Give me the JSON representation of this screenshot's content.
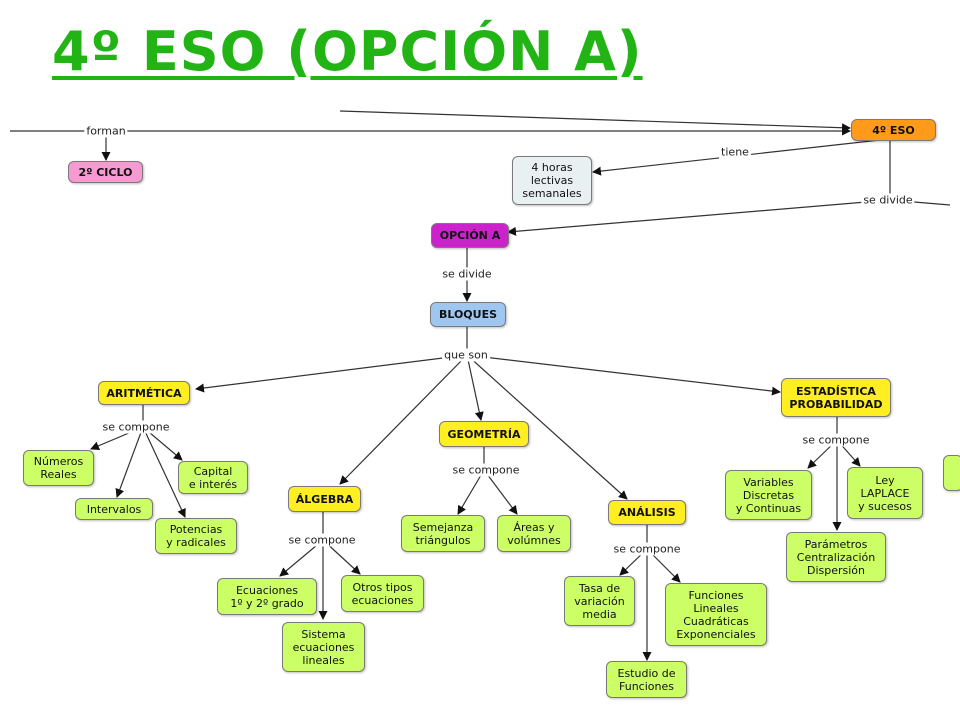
{
  "title": "4º ESO (OPCIÓN A)",
  "nodes": {
    "eso4": "4º ESO",
    "ciclo2": "2º CICLO",
    "horas": "4 horas\nlectivas\nsemanales",
    "opcion_a": "OPCIÓN A",
    "bloques": "BLOQUES",
    "aritmetica": "ARITMÉTICA",
    "geometria": "GEOMETRÍA",
    "algebra": "ÁLGEBRA",
    "analisis": "ANÁLISIS",
    "estadistica": "ESTADÍSTICA\nPROBABILIDAD",
    "numeros_reales": "Números\nReales",
    "capital": "Capital\ne interés",
    "intervalos": "Intervalos",
    "potencias": "Potencias\ny radicales",
    "semejanza": "Semejanza\ntriángulos",
    "areas": "Áreas y\nvolúmnes",
    "ecuaciones": "Ecuaciones\n1º y 2º grado",
    "otros_tipos": "Otros tipos\necuaciones",
    "sistema": "Sistema\necuaciones\nlineales",
    "tasa": "Tasa de\nvariación\nmedia",
    "funciones": "Funciones\nLineales\nCuadráticas\nExponenciales",
    "estudio": "Estudio de\nFunciones",
    "variables": "Variables\nDiscretas\ny Continuas",
    "ley": "Ley\nLAPLACE\ny sucesos",
    "parametros": "Parámetros\nCentralización\nDispersión"
  },
  "links": {
    "forman": "forman",
    "tiene": "tiene",
    "se_divide_1": "se divide",
    "se_divide_2": "se divide",
    "que_son": "que son",
    "se_compone_arit": "se compone",
    "se_compone_geo": "se compone",
    "se_compone_alg": "se compone",
    "se_compone_ana": "se compone",
    "se_compone_est": "se compone"
  },
  "colors": {
    "title": "#22b414",
    "orange": "#ff9a1a",
    "magenta": "#cc22cc",
    "blue": "#9ec6ef",
    "yellow": "#ffee22",
    "green": "#ccff66",
    "pink": "#f79ad2",
    "gray": "#e8f0f2"
  }
}
